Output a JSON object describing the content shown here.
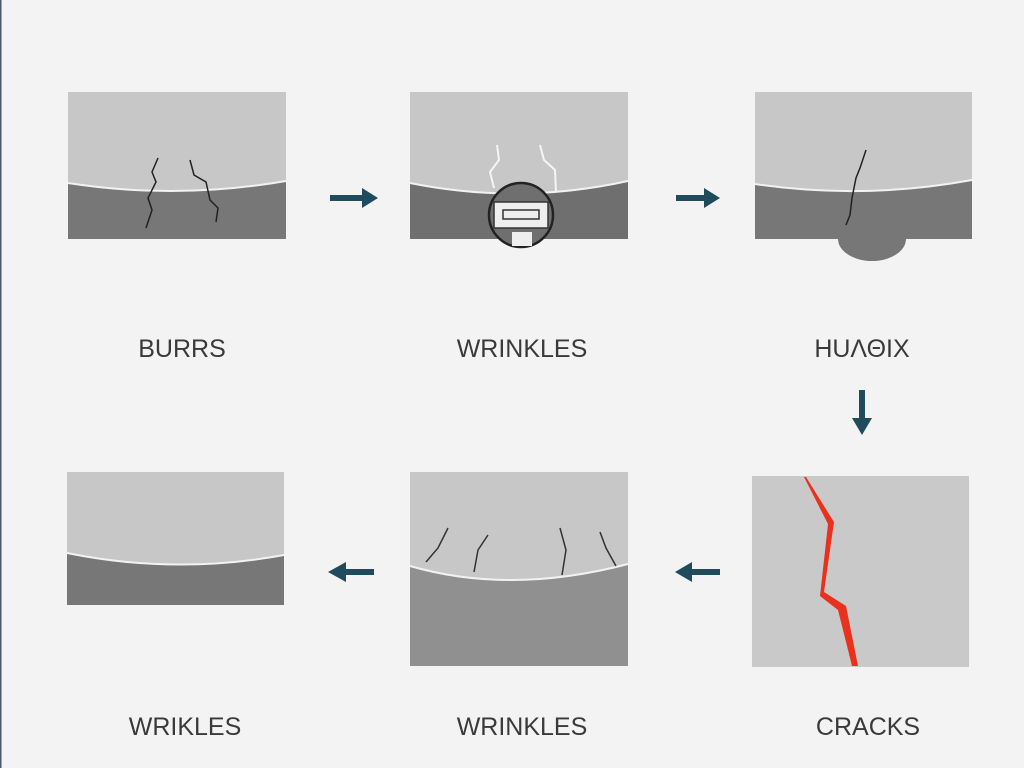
{
  "stages": [
    {
      "label": "BURRS",
      "icon": "burrs-panel"
    },
    {
      "label": "WRINKLES",
      "icon": "wrinkles-tool-panel"
    },
    {
      "label": "HUΛΘIX",
      "icon": "bulge-panel"
    },
    {
      "label": "CRACKS",
      "icon": "crack-panel"
    },
    {
      "label": "WRINKLES",
      "icon": "wrinkles-panel"
    },
    {
      "label": "WRIKLES",
      "icon": "smooth-panel"
    }
  ],
  "colors": {
    "arrow": "#1f4b5c",
    "crack": "#e8321e",
    "light": "#c6c6c6",
    "dark": "#767676"
  }
}
